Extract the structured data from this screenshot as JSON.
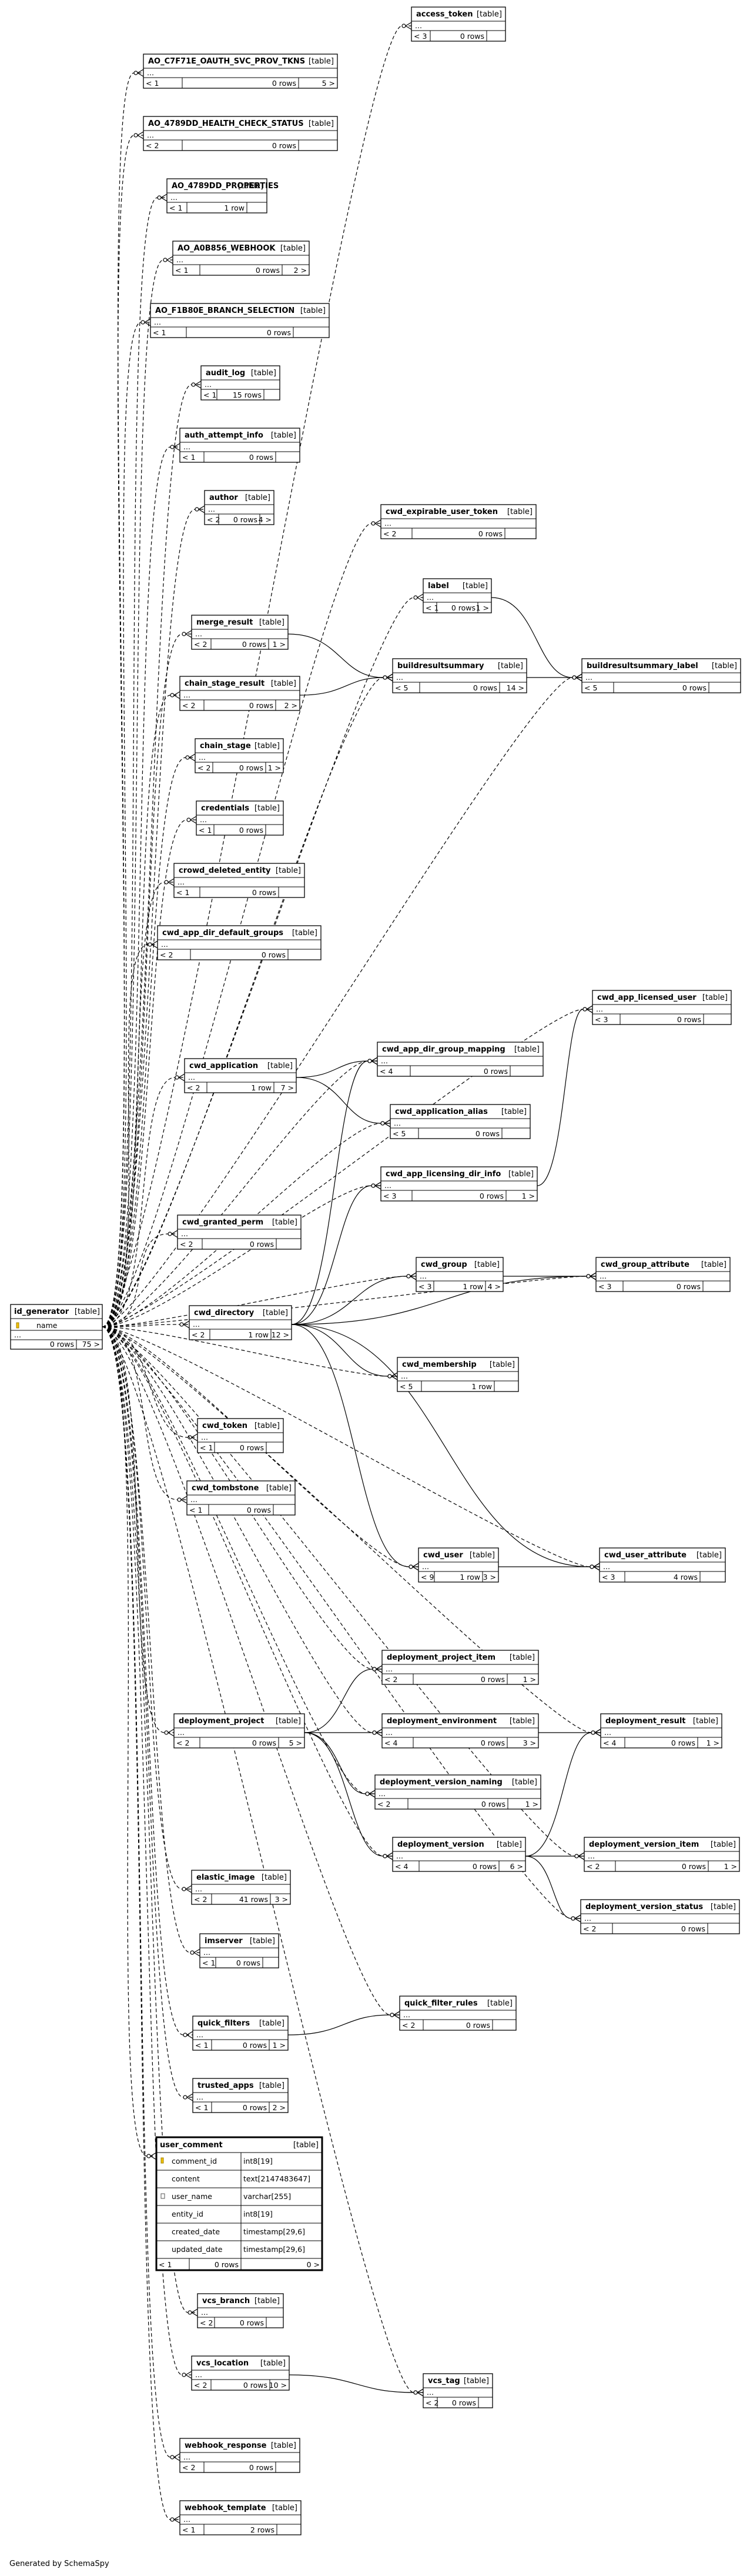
{
  "footer": "Generated by SchemaSpy",
  "kind_label": "[table]",
  "tables": [
    {
      "id": "access_token",
      "name": "access_token",
      "counts": [
        "< 3",
        "0 rows",
        ""
      ]
    },
    {
      "id": "ao_c7f7",
      "name": "AO_C7F71E_OAUTH_SVC_PROV_TKNS",
      "counts": [
        "< 1",
        "0 rows",
        "5 >"
      ]
    },
    {
      "id": "ao_4789_hc",
      "name": "AO_4789DD_HEALTH_CHECK_STATUS",
      "counts": [
        "< 2",
        "0 rows",
        ""
      ]
    },
    {
      "id": "ao_4789_p",
      "name": "AO_4789DD_PROPERTIES",
      "counts": [
        "< 1",
        "1 row",
        ""
      ]
    },
    {
      "id": "ao_a0b8",
      "name": "AO_A0B856_WEBHOOK",
      "counts": [
        "< 1",
        "0 rows",
        "2 >"
      ]
    },
    {
      "id": "ao_f1b8",
      "name": "AO_F1B80E_BRANCH_SELECTION",
      "counts": [
        "< 1",
        "0 rows",
        ""
      ]
    },
    {
      "id": "audit_log",
      "name": "audit_log",
      "counts": [
        "< 1",
        "15 rows",
        ""
      ]
    },
    {
      "id": "auth_attempt",
      "name": "auth_attempt_info",
      "counts": [
        "< 1",
        "0 rows",
        ""
      ]
    },
    {
      "id": "author",
      "name": "author",
      "counts": [
        "< 2",
        "0 rows",
        "4 >"
      ]
    },
    {
      "id": "cwd_exp_tok",
      "name": "cwd_expirable_user_token",
      "counts": [
        "< 2",
        "0 rows",
        ""
      ]
    },
    {
      "id": "label",
      "name": "label",
      "counts": [
        "< 1",
        "0 rows",
        "1 >"
      ]
    },
    {
      "id": "merge_result",
      "name": "merge_result",
      "counts": [
        "< 2",
        "0 rows",
        "1 >"
      ]
    },
    {
      "id": "chain_stage_result",
      "name": "chain_stage_result",
      "counts": [
        "< 2",
        "0 rows",
        "2 >"
      ]
    },
    {
      "id": "buildresultsummary",
      "name": "buildresultsummary",
      "counts": [
        "< 5",
        "0 rows",
        "14 >"
      ]
    },
    {
      "id": "brs_label",
      "name": "buildresultsummary_label",
      "counts": [
        "< 5",
        "0 rows",
        ""
      ]
    },
    {
      "id": "chain_stage",
      "name": "chain_stage",
      "counts": [
        "< 2",
        "0 rows",
        "1 >"
      ]
    },
    {
      "id": "credentials",
      "name": "credentials",
      "counts": [
        "< 1",
        "0 rows",
        ""
      ]
    },
    {
      "id": "crowd_deleted",
      "name": "crowd_deleted_entity",
      "counts": [
        "< 1",
        "0 rows",
        ""
      ]
    },
    {
      "id": "cwd_app_dir_dg",
      "name": "cwd_app_dir_default_groups",
      "counts": [
        "< 2",
        "0 rows",
        ""
      ]
    },
    {
      "id": "cwd_app_lic_user",
      "name": "cwd_app_licensed_user",
      "counts": [
        "< 3",
        "0 rows",
        ""
      ]
    },
    {
      "id": "cwd_application",
      "name": "cwd_application",
      "counts": [
        "< 2",
        "1 row",
        "7 >"
      ]
    },
    {
      "id": "cwd_app_dir_gm",
      "name": "cwd_app_dir_group_mapping",
      "counts": [
        "< 4",
        "0 rows",
        ""
      ]
    },
    {
      "id": "cwd_app_alias",
      "name": "cwd_application_alias",
      "counts": [
        "< 5",
        "0 rows",
        ""
      ]
    },
    {
      "id": "cwd_app_lic_dir",
      "name": "cwd_app_licensing_dir_info",
      "counts": [
        "< 3",
        "0 rows",
        "1 >"
      ]
    },
    {
      "id": "cwd_granted_perm",
      "name": "cwd_granted_perm",
      "counts": [
        "< 2",
        "0 rows",
        ""
      ]
    },
    {
      "id": "cwd_group",
      "name": "cwd_group",
      "counts": [
        "< 3",
        "1 row",
        "4 >"
      ]
    },
    {
      "id": "cwd_group_attr",
      "name": "cwd_group_attribute",
      "counts": [
        "< 3",
        "0 rows",
        ""
      ]
    },
    {
      "id": "cwd_directory",
      "name": "cwd_directory",
      "counts": [
        "< 2",
        "1 row",
        "12 >"
      ]
    },
    {
      "id": "cwd_membership",
      "name": "cwd_membership",
      "counts": [
        "< 5",
        "1 row",
        ""
      ]
    },
    {
      "id": "cwd_token",
      "name": "cwd_token",
      "counts": [
        "< 1",
        "0 rows",
        ""
      ]
    },
    {
      "id": "cwd_tombstone",
      "name": "cwd_tombstone",
      "counts": [
        "< 1",
        "0 rows",
        ""
      ]
    },
    {
      "id": "cwd_user",
      "name": "cwd_user",
      "counts": [
        "< 9",
        "1 row",
        "3 >"
      ]
    },
    {
      "id": "cwd_user_attr",
      "name": "cwd_user_attribute",
      "counts": [
        "< 3",
        "4 rows",
        ""
      ]
    },
    {
      "id": "dep_proj_item",
      "name": "deployment_project_item",
      "counts": [
        "< 2",
        "0 rows",
        "1 >"
      ]
    },
    {
      "id": "dep_project",
      "name": "deployment_project",
      "counts": [
        "< 2",
        "0 rows",
        "5 >"
      ]
    },
    {
      "id": "dep_env",
      "name": "deployment_environment",
      "counts": [
        "< 4",
        "0 rows",
        "3 >"
      ]
    },
    {
      "id": "dep_result",
      "name": "deployment_result",
      "counts": [
        "< 4",
        "0 rows",
        "1 >"
      ]
    },
    {
      "id": "dep_ver_naming",
      "name": "deployment_version_naming",
      "counts": [
        "< 2",
        "0 rows",
        "1 >"
      ]
    },
    {
      "id": "dep_version",
      "name": "deployment_version",
      "counts": [
        "< 4",
        "0 rows",
        "6 >"
      ]
    },
    {
      "id": "dep_ver_item",
      "name": "deployment_version_item",
      "counts": [
        "< 2",
        "0 rows",
        "1 >"
      ]
    },
    {
      "id": "dep_ver_status",
      "name": "deployment_version_status",
      "counts": [
        "< 2",
        "0 rows",
        ""
      ]
    },
    {
      "id": "elastic_image",
      "name": "elastic_image",
      "counts": [
        "< 2",
        "41 rows",
        "3 >"
      ]
    },
    {
      "id": "imserver",
      "name": "imserver",
      "counts": [
        "< 1",
        "0 rows",
        ""
      ]
    },
    {
      "id": "quick_filter_rules",
      "name": "quick_filter_rules",
      "counts": [
        "< 2",
        "0 rows",
        ""
      ]
    },
    {
      "id": "quick_filters",
      "name": "quick_filters",
      "counts": [
        "< 1",
        "0 rows",
        "1 >"
      ]
    },
    {
      "id": "trusted_apps",
      "name": "trusted_apps",
      "counts": [
        "< 1",
        "0 rows",
        "2 >"
      ]
    },
    {
      "id": "vcs_branch",
      "name": "vcs_branch",
      "counts": [
        "< 2",
        "0 rows",
        ""
      ]
    },
    {
      "id": "vcs_location",
      "name": "vcs_location",
      "counts": [
        "< 2",
        "0 rows",
        "10 >"
      ]
    },
    {
      "id": "vcs_tag",
      "name": "vcs_tag",
      "counts": [
        "< 2",
        "0 rows",
        ""
      ]
    },
    {
      "id": "webhook_response",
      "name": "webhook_response",
      "counts": [
        "< 2",
        "0 rows",
        ""
      ]
    },
    {
      "id": "webhook_template",
      "name": "webhook_template",
      "counts": [
        "< 1",
        "2 rows",
        ""
      ]
    }
  ],
  "id_generator": {
    "name": "id_generator",
    "columns": [
      {
        "name": "name",
        "pk": true
      }
    ],
    "counts": [
      "",
      "0 rows",
      "75 >"
    ]
  },
  "user_comment": {
    "name": "user_comment",
    "columns": [
      {
        "name": "comment_id",
        "type": "int8[19]",
        "pk": true
      },
      {
        "name": "content",
        "type": "text[2147483647]"
      },
      {
        "name": "user_name",
        "type": "varchar[255]",
        "idx": true
      },
      {
        "name": "entity_id",
        "type": "int8[19]"
      },
      {
        "name": "created_date",
        "type": "timestamp[29,6]"
      },
      {
        "name": "updated_date",
        "type": "timestamp[29,6]"
      }
    ],
    "counts": [
      "< 1",
      "0 rows",
      "0 >"
    ]
  },
  "relationships": [
    {
      "from": "cwd_application",
      "to": "cwd_app_dir_gm"
    },
    {
      "from": "cwd_application",
      "to": "cwd_app_alias"
    },
    {
      "from": "cwd_directory",
      "to": "cwd_app_dir_gm"
    },
    {
      "from": "cwd_directory",
      "to": "cwd_app_lic_dir"
    },
    {
      "from": "cwd_directory",
      "to": "cwd_group"
    },
    {
      "from": "cwd_directory",
      "to": "cwd_group_attr"
    },
    {
      "from": "cwd_directory",
      "to": "cwd_membership"
    },
    {
      "from": "cwd_directory",
      "to": "cwd_user"
    },
    {
      "from": "cwd_directory",
      "to": "cwd_user_attr"
    },
    {
      "from": "cwd_group",
      "to": "cwd_group_attr"
    },
    {
      "from": "cwd_user",
      "to": "cwd_user_attr"
    },
    {
      "from": "cwd_app_lic_dir",
      "to": "cwd_app_lic_user"
    },
    {
      "from": "label",
      "to": "brs_label"
    },
    {
      "from": "buildresultsummary",
      "to": "brs_label"
    },
    {
      "from": "merge_result",
      "to": "buildresultsummary"
    },
    {
      "from": "chain_stage_result",
      "to": "buildresultsummary"
    },
    {
      "from": "dep_project",
      "to": "dep_proj_item"
    },
    {
      "from": "dep_project",
      "to": "dep_env"
    },
    {
      "from": "dep_project",
      "to": "dep_ver_naming"
    },
    {
      "from": "dep_project",
      "to": "dep_version"
    },
    {
      "from": "dep_env",
      "to": "dep_result"
    },
    {
      "from": "dep_version",
      "to": "dep_result"
    },
    {
      "from": "dep_version",
      "to": "dep_ver_item"
    },
    {
      "from": "dep_version",
      "to": "dep_ver_status"
    },
    {
      "from": "quick_filters",
      "to": "quick_filter_rules"
    },
    {
      "from": "vcs_location",
      "to": "vcs_tag"
    }
  ]
}
